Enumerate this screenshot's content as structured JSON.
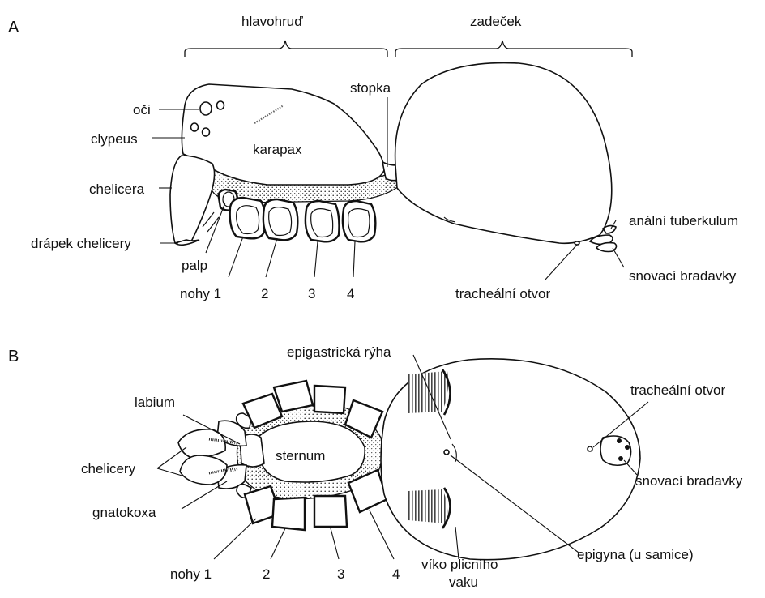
{
  "panel_a": {
    "letter": "A",
    "group_cephalothorax": "hlavohruď",
    "group_abdomen": "zadeček",
    "labels": {
      "eyes": "oči",
      "clypeus": "clypeus",
      "chelicera": "chelicera",
      "fang": "drápek chelicery",
      "palp": "palp",
      "legs_1": "nohy 1",
      "leg_2": "2",
      "leg_3": "3",
      "leg_4": "4",
      "carapace": "karapax",
      "pedicel": "stopka",
      "anal_tubercle": "anální tuberkulum",
      "spinnerets": "snovací bradavky",
      "tracheal_opening": "tracheální otvor"
    }
  },
  "panel_b": {
    "letter": "B",
    "labels": {
      "labium": "labium",
      "chelicerae": "chelicery",
      "gnathocoxa": "gnatokoxa",
      "sternum": "sternum",
      "epigastric_furrow": "epigastrická rýha",
      "tracheal_opening": "tracheální otvor",
      "spinnerets": "snovací bradavky",
      "epigyne": "epigyna (u samice)",
      "book_lung_cover_1": "víko plicního",
      "book_lung_cover_2": "vaku",
      "legs_1": "nohy 1",
      "leg_2": "2",
      "leg_3": "3",
      "leg_4": "4"
    }
  }
}
